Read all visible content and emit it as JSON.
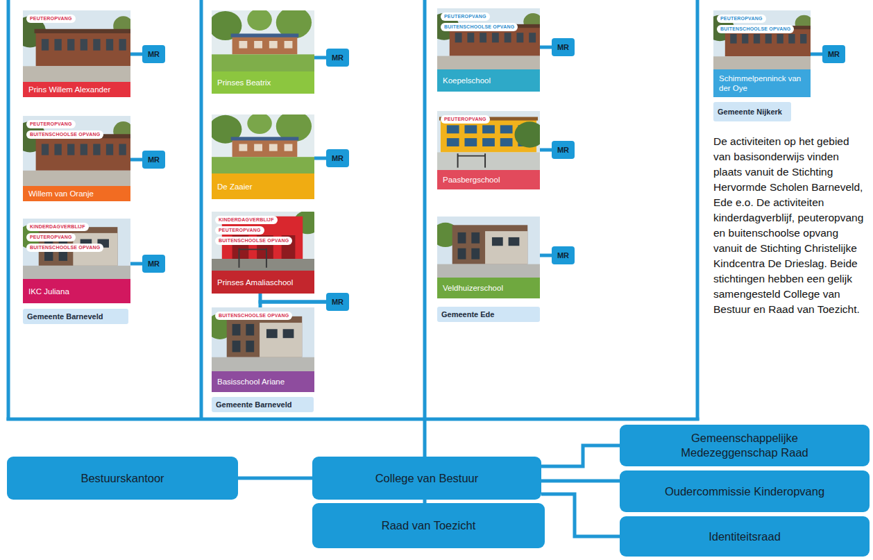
{
  "diagram": {
    "nodes": [
      {
        "text": [
          "PEUTEROPVANG",
          "Prins Willem Alexander"
        ]
      },
      {
        "text": [
          "MR"
        ]
      },
      {
        "text": [
          "PEUTEROPVANG",
          "BUITENSCHOOLSE OPVANG",
          "Willem van Oranje"
        ]
      },
      {
        "text": [
          "MR"
        ]
      },
      {
        "text": [
          "KINDERDAGVERBLIJF",
          "PEUTEROPVANG",
          "BUITENSCHOOLSE OPVANG",
          "IKC Juliana"
        ]
      },
      {
        "text": [
          "MR"
        ]
      },
      {
        "text": [
          "Gemeente Barneveld"
        ]
      },
      {
        "text": [
          "Prinses Beatrix"
        ]
      },
      {
        "text": [
          "MR"
        ]
      },
      {
        "text": [
          "De Zaaier"
        ]
      },
      {
        "text": [
          "MR"
        ]
      },
      {
        "text": [
          "KINDERDAGVERBLIJF",
          "PEUTEROPVANG",
          "BUITENSCHOOLSE OPVANG",
          "Prinses Amaliaschool"
        ]
      },
      {
        "text": [
          "MR"
        ]
      },
      {
        "text": [
          "BUITENSCHOOLSE OPVANG",
          "Basisschool Ariane"
        ]
      },
      {
        "text": [
          "Gemeente Barneveld"
        ]
      },
      {
        "text": [
          "PEUTEROPVANG",
          "BUITENSCHOOLSE OPVANG",
          "Koepelschool"
        ]
      },
      {
        "text": [
          "MR"
        ]
      },
      {
        "text": [
          "PEUTEROPVANG",
          "Paasbergschool"
        ]
      },
      {
        "text": [
          "MR"
        ]
      },
      {
        "text": [
          "Veldhuizerschool"
        ]
      },
      {
        "text": [
          "MR"
        ]
      },
      {
        "text": [
          "Gemeente Ede"
        ]
      },
      {
        "text": [
          "PEUTEROPVANG",
          "BUITENSCHOOLSE OPVANG",
          "Schimmelpenninck van der Oye"
        ]
      },
      {
        "text": [
          "MR"
        ]
      },
      {
        "text": [
          "Gemeente Nijkerk"
        ]
      },
      {
        "text": [
          "Bestuurskantoor"
        ]
      },
      {
        "text": [
          "College van Bestuur"
        ]
      },
      {
        "text": [
          "Gemeenschappelijke Medezeggenschap Raad"
        ]
      },
      {
        "text": [
          "Oudercommissie Kinderopvang"
        ]
      },
      {
        "text": [
          "Identiteitsraad"
        ]
      },
      {
        "text": [
          "Raad van Toezicht"
        ]
      }
    ],
    "edges": [
      {
        "from": 0,
        "to": 1,
        "arrow": "none"
      },
      {
        "from": 2,
        "to": 3,
        "arrow": "none"
      },
      {
        "from": 4,
        "to": 5,
        "arrow": "none"
      },
      {
        "from": 7,
        "to": 8,
        "arrow": "none"
      },
      {
        "from": 9,
        "to": 10,
        "arrow": "none"
      },
      {
        "from": 11,
        "to": 12,
        "arrow": "none"
      },
      {
        "from": 13,
        "to": 12,
        "arrow": "none"
      },
      {
        "from": 15,
        "to": 16,
        "arrow": "none"
      },
      {
        "from": 17,
        "to": 18,
        "arrow": "none"
      },
      {
        "from": 19,
        "to": 20,
        "arrow": "none"
      },
      {
        "from": 22,
        "to": 23,
        "arrow": "none"
      },
      {
        "from": 26,
        "to": 25,
        "arrow": "none"
      },
      {
        "from": 26,
        "to": 27,
        "arrow": "none"
      },
      {
        "from": 26,
        "to": 28,
        "arrow": "none"
      },
      {
        "from": 26,
        "to": 29,
        "arrow": "none"
      },
      {
        "from": 26,
        "to": 30,
        "arrow": "none"
      }
    ],
    "labels": [
      "De activiteiten op het gebied van basisonderwijs vinden plaats vanuit de Stichting Hervormde Scholen Barneveld, Ede e.o. De activiteiten kinderdagverblijf, peuteropvang en buitenschoolse opvang vanuit de Stichting Christelijke Kindcentra De Drieslag. Beide stichtingen hebben een gelijk samengesteld College van Bestuur en Raad van Toezicht."
    ]
  }
}
